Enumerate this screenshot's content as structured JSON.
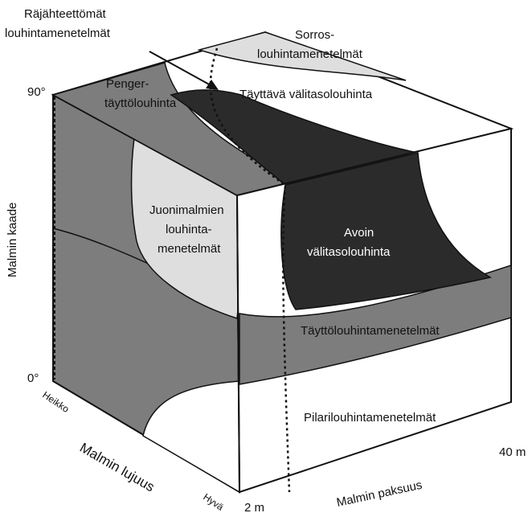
{
  "title": {
    "line1": "Räjähteettömät",
    "line2": "louhintamenetelmät"
  },
  "regions": {
    "sorros": {
      "line1": "Sorros-",
      "line2": "louhintamenetelmät"
    },
    "tayttava": "Täyttävä välitasolouhinta",
    "penger": {
      "line1": "Penger-",
      "line2": "täyttölouhinta"
    },
    "juonimalmien": {
      "line1": "Juonimalmien",
      "line2": "louhinta-",
      "line3": "menetelmät"
    },
    "avoin": {
      "line1": "Avoin",
      "line2": "välitasolouhinta"
    },
    "tayttolouhinta": "Täyttölouhintamenetelmät",
    "pilari": "Pilarilouhintamenetelmät"
  },
  "axes": {
    "dip": {
      "label": "Malmin kaade",
      "top": "90°",
      "bottom": "0°"
    },
    "strength": {
      "label": "Malmin lujuus",
      "weak": "Heikko",
      "strong": "Hyvä"
    },
    "thickness": {
      "label": "Malmin paksuus",
      "min": "2 m",
      "max": "40 m"
    }
  },
  "colors": {
    "dark": "#2b2b2b",
    "medium": "#7d7d7d",
    "light": "#dedede",
    "white": "#ffffff",
    "line": "#111111"
  }
}
